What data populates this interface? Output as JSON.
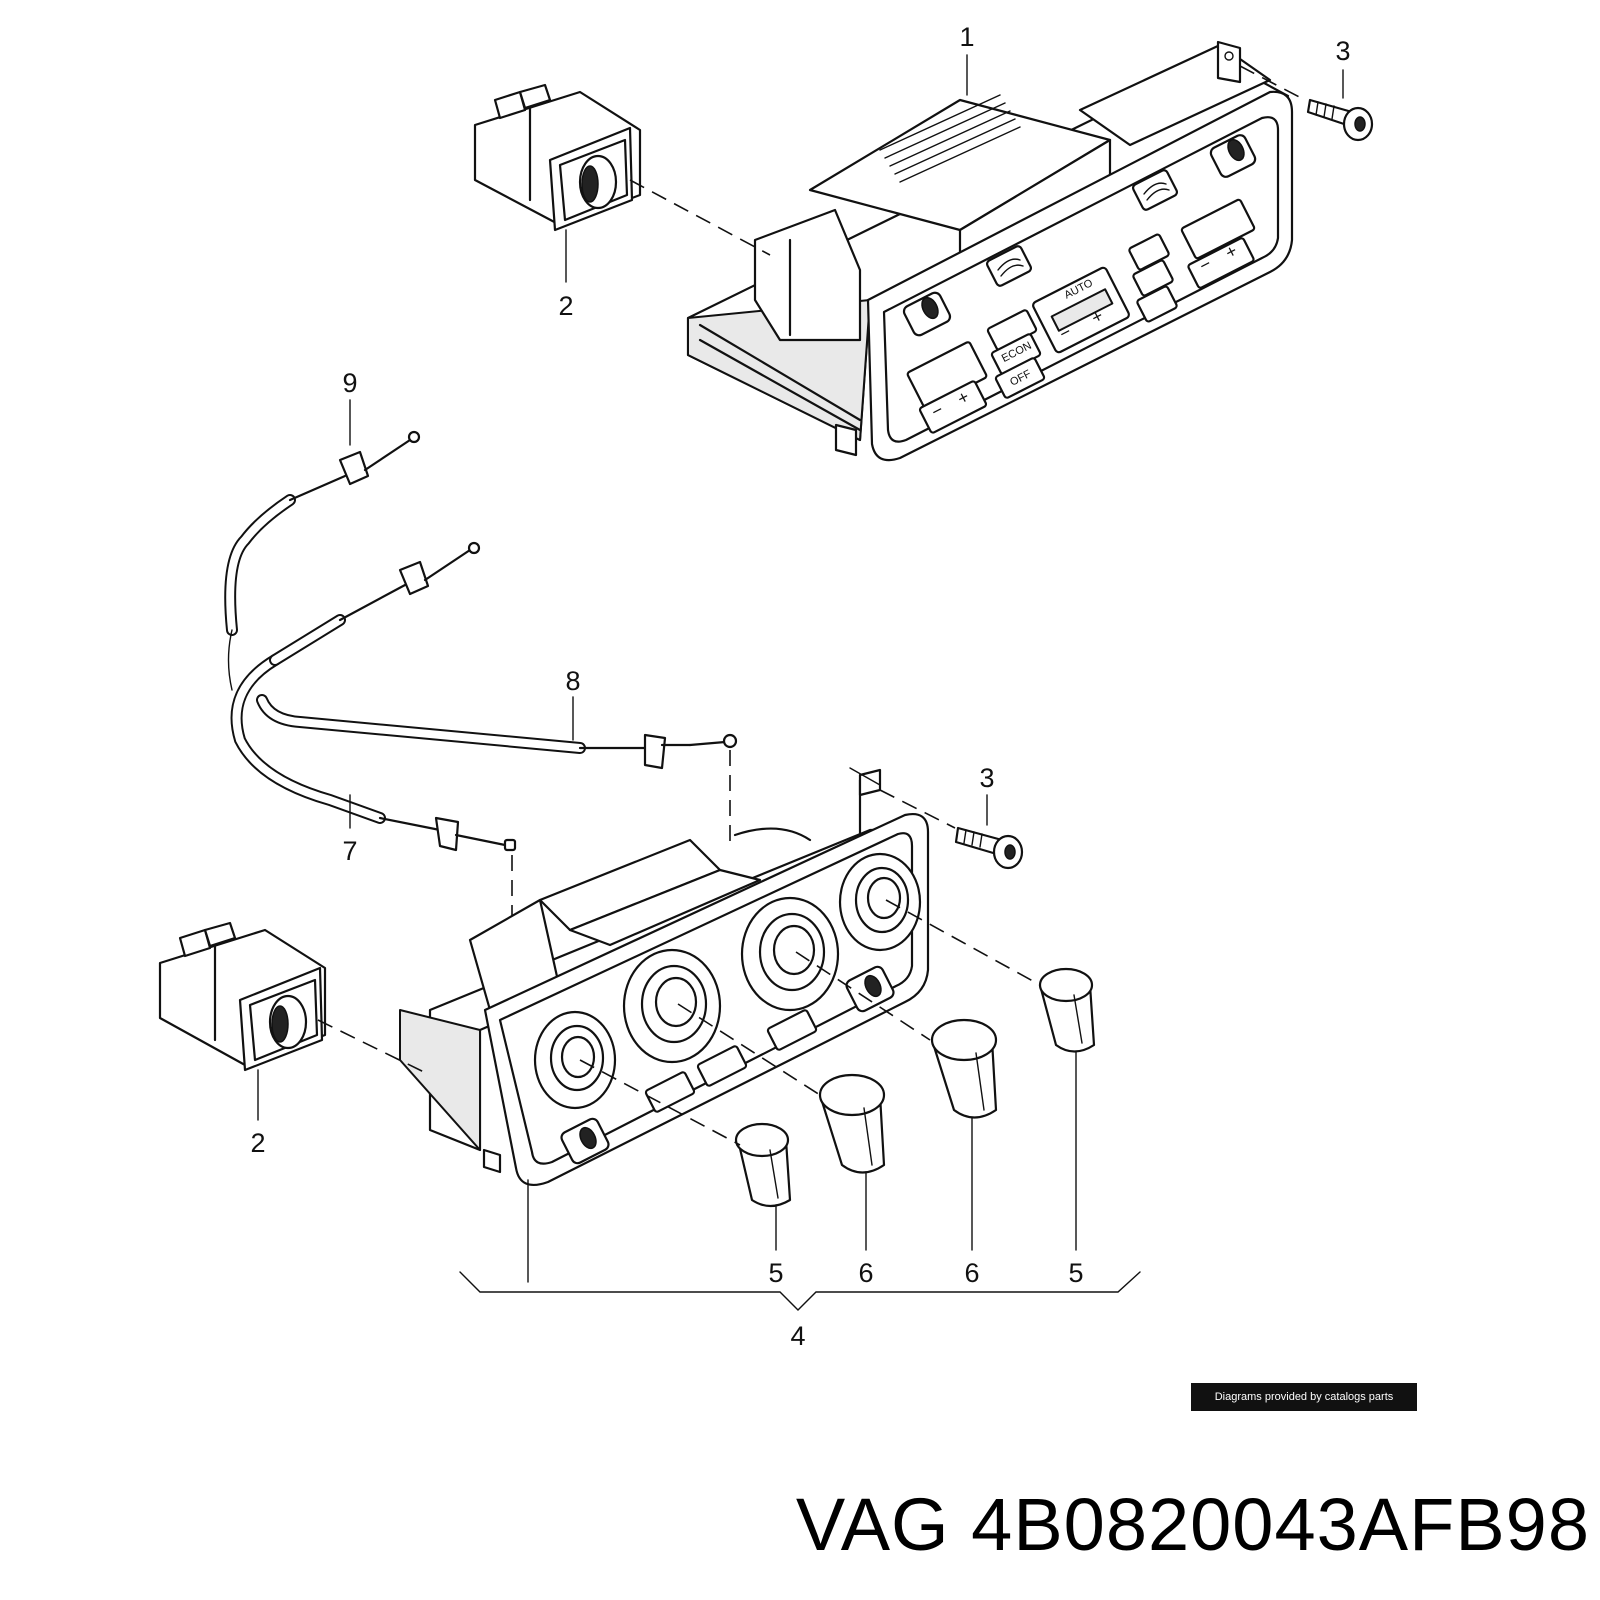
{
  "callouts": {
    "c1": "1",
    "c2_top": "2",
    "c3_top": "3",
    "c9": "9",
    "c8": "8",
    "c3_bottom": "3",
    "c7": "7",
    "c2_bottom": "2",
    "c5_left": "5",
    "c6_left": "6",
    "c6_right": "6",
    "c5_right": "5",
    "c4": "4"
  },
  "panel_labels": {
    "auto": "AUTO",
    "econ": "ECON",
    "off": "OFF"
  },
  "credit": "Diagrams provided by catalogs parts",
  "part_number": "VAG 4B0820043AFB98"
}
